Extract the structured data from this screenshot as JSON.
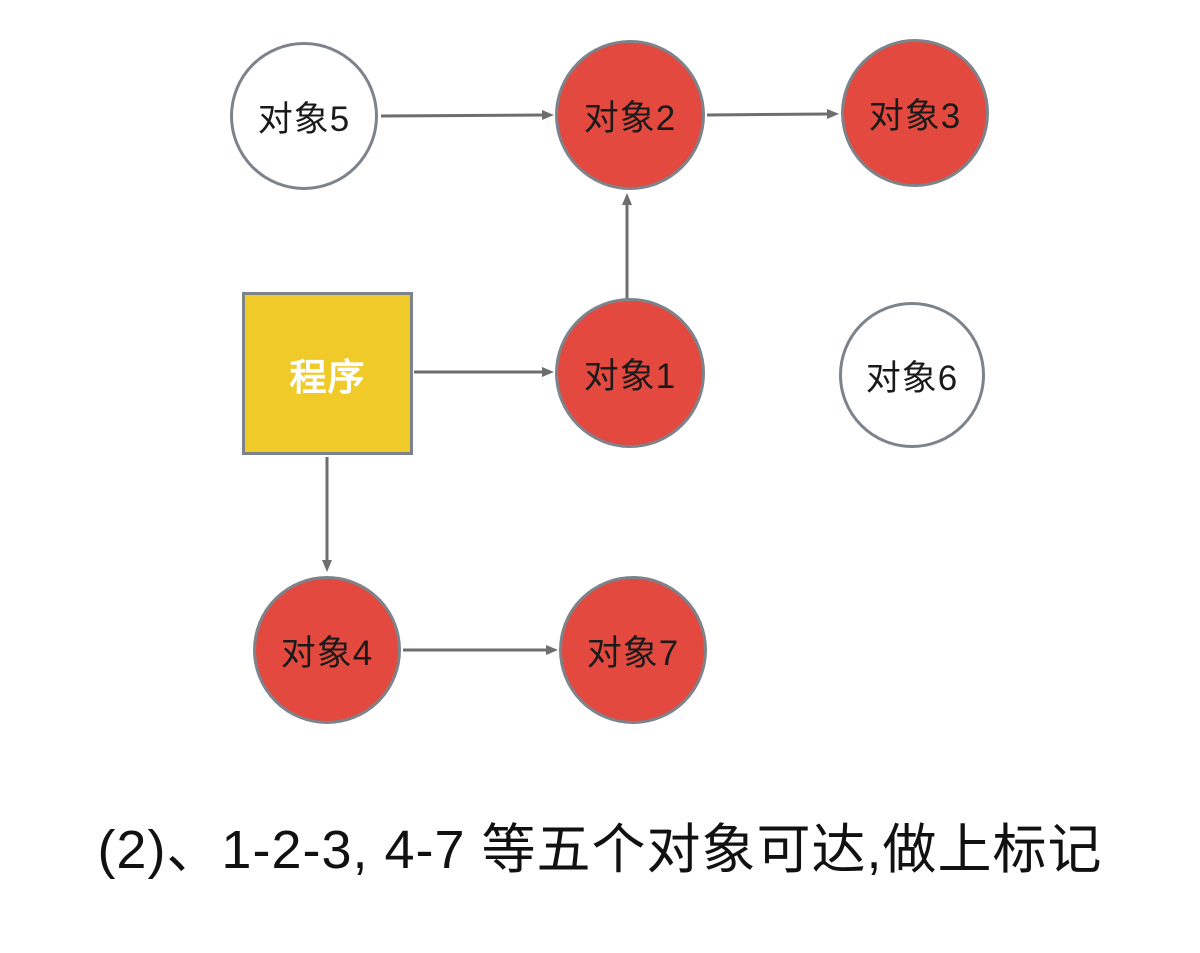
{
  "diagram": {
    "title": "GC reachability mark diagram",
    "nodes": [
      {
        "id": "obj5",
        "label": "对象5",
        "shape": "circle",
        "state": "unmarked"
      },
      {
        "id": "obj2",
        "label": "对象2",
        "shape": "circle",
        "state": "marked"
      },
      {
        "id": "obj3",
        "label": "对象3",
        "shape": "circle",
        "state": "marked"
      },
      {
        "id": "program",
        "label": "程序",
        "shape": "square",
        "state": "root"
      },
      {
        "id": "obj1",
        "label": "对象1",
        "shape": "circle",
        "state": "marked"
      },
      {
        "id": "obj6",
        "label": "对象6",
        "shape": "circle",
        "state": "unmarked"
      },
      {
        "id": "obj4",
        "label": "对象4",
        "shape": "circle",
        "state": "marked"
      },
      {
        "id": "obj7",
        "label": "对象7",
        "shape": "circle",
        "state": "marked"
      }
    ],
    "edges": [
      {
        "from": "对象5",
        "to": "对象2"
      },
      {
        "from": "对象2",
        "to": "对象3"
      },
      {
        "from": "对象1",
        "to": "对象2"
      },
      {
        "from": "程序",
        "to": "对象1"
      },
      {
        "from": "程序",
        "to": "对象4"
      },
      {
        "from": "对象4",
        "to": "对象7"
      }
    ],
    "caption": "(2)、1-2-3, 4-7 等五个对象可达,做上标记",
    "colors": {
      "marked_fill": "#e4493f",
      "unmarked_fill": "#ffffff",
      "root_fill": "#f0ca29",
      "node_stroke": "#7d838b",
      "arrow": "#6e6e6e",
      "label_dark": "#1a1a1a",
      "label_light": "#ffffff"
    }
  }
}
